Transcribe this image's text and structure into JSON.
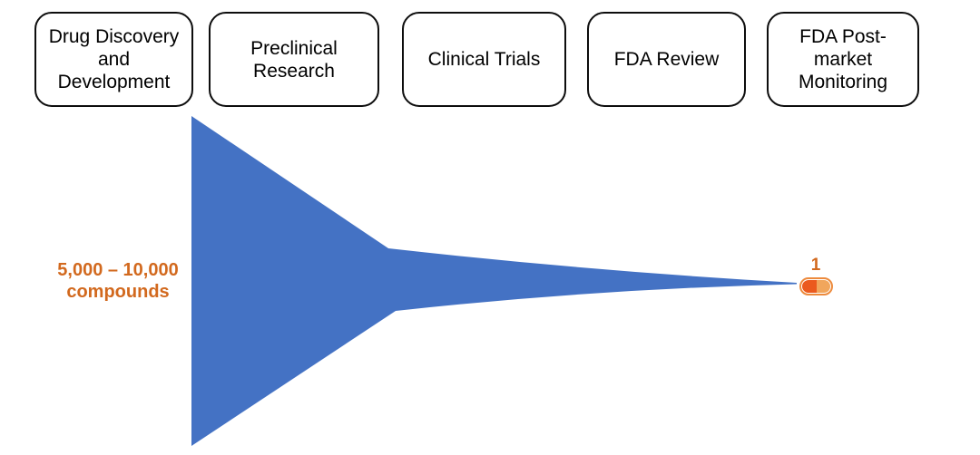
{
  "stages": [
    {
      "label": "Drug Discovery\nand\nDevelopment"
    },
    {
      "label": "Preclinical\nResearch"
    },
    {
      "label": "Clinical Trials"
    },
    {
      "label": "FDA Review"
    },
    {
      "label": "FDA Post-\nmarket\nMonitoring"
    }
  ],
  "funnel": {
    "fill_color": "#4472C4",
    "start_label": {
      "value": "5,000 – 10,000",
      "unit": "compounds"
    },
    "end_label": {
      "value": "1"
    },
    "label_color": "#D2691E",
    "pill_icon": {
      "name": "pill-icon",
      "left_color": "#EB5A1E",
      "right_color": "#F1A65C",
      "outline_color": "#ED8A3C"
    }
  },
  "colors": {
    "background": "#FFFFFF",
    "stage_box_border": "#0D0D0D",
    "stage_box_text": "#000000"
  }
}
